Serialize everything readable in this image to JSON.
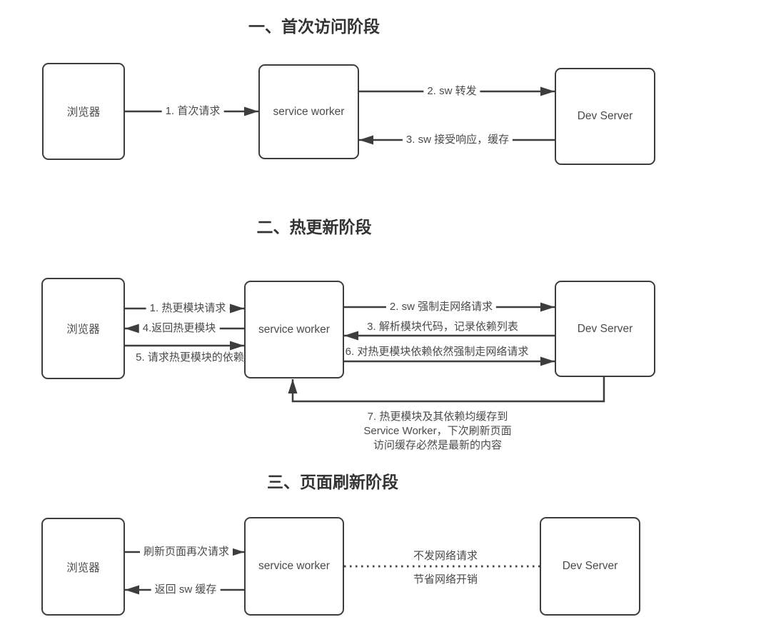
{
  "colors": {
    "background": "#ffffff",
    "line": "#3d3d3d",
    "text": "#4a4a4a",
    "title": "#333333"
  },
  "sections": [
    {
      "id": "first-visit-phase",
      "title": "一、首次访问阶段",
      "nodes": {
        "browser": "浏览器",
        "service_worker": "service worker",
        "dev_server": "Dev Server"
      },
      "edges": [
        {
          "label": "1. 首次请求",
          "from": "浏览器",
          "to": "service worker"
        },
        {
          "label": "2. sw 转发",
          "from": "service worker",
          "to": "Dev Server"
        },
        {
          "label": "3. sw 接受响应，缓存",
          "from": "Dev Server",
          "to": "service worker"
        }
      ]
    },
    {
      "id": "hot-update-phase",
      "title": "二、热更新阶段",
      "nodes": {
        "browser": "浏览器",
        "service_worker": "service worker",
        "dev_server": "Dev Server"
      },
      "edges": [
        {
          "label": "1. 热更模块请求",
          "from": "浏览器",
          "to": "service worker"
        },
        {
          "label": "4.返回热更模块",
          "from": "service worker",
          "to": "浏览器"
        },
        {
          "label": "5. 请求热更模块的依赖",
          "from": "浏览器",
          "to": "service worker"
        },
        {
          "label": "2. sw 强制走网络请求",
          "from": "service worker",
          "to": "Dev Server"
        },
        {
          "label": "3. 解析模块代码，记录依赖列表",
          "from": "Dev Server",
          "to": "service worker"
        },
        {
          "label": "6. 对热更模块依赖依然强制走网络请求",
          "from": "service worker",
          "to": "Dev Server"
        },
        {
          "label": "7. 热更模块及其依赖均缓存到\nService Worker，下次刷新页面\n访问缓存必然是最新的内容",
          "from": "Dev Server",
          "to": "service worker"
        }
      ]
    },
    {
      "id": "page-refresh-phase",
      "title": "三、页面刷新阶段",
      "nodes": {
        "browser": "浏览器",
        "service_worker": "service worker",
        "dev_server": "Dev Server"
      },
      "edges": [
        {
          "label": "刷新页面再次请求",
          "from": "浏览器",
          "to": "service worker"
        },
        {
          "label": "返回 sw 缓存",
          "from": "service worker",
          "to": "浏览器"
        },
        {
          "style": "dotted",
          "label_top": "不发网络请求",
          "label_bottom": "节省网络开销",
          "from": "service worker",
          "to": "Dev Server"
        }
      ]
    }
  ]
}
